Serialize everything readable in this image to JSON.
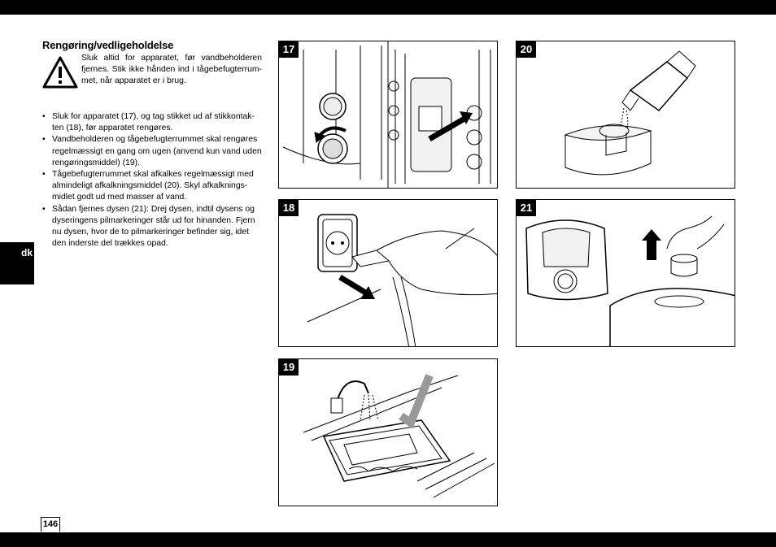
{
  "section": {
    "title": "Rengøring/vedligeholdelse",
    "warning": "Sluk altid for apparatet, før vandbeholderen fjernes. Stik ikke hånden ind i tågebefugterrum- met, når apparatet er i brug."
  },
  "bullets": [
    "Sluk for apparatet (17), og tag stikket ud af stikkontak- ten (18), før apparatet rengøres.",
    "Vandbeholderen og tågebefugterrummet skal rengøres regelmæssigt en gang om ugen (anvend kun vand uden rengøringsmiddel) (19).",
    "Tågebefugterrummet skal afkalkes regelmæssigt med almindeligt afkalkningsmiddel (20). Skyl afkalknings- midlet godt ud med masser af vand.",
    "Sådan fjernes dysen (21): Drej dysen, indtil dysens og dyseringens pilmarkeringer står ud for hinanden. Fjern nu dysen, hvor de to pilmarkeringer befinder sig, idet den inderste del trækkes opad."
  ],
  "language_tab": "dk",
  "page_number": "146",
  "figures": {
    "f17": "17",
    "f18": "18",
    "f19": "19",
    "f20": "20",
    "f21": "21"
  }
}
